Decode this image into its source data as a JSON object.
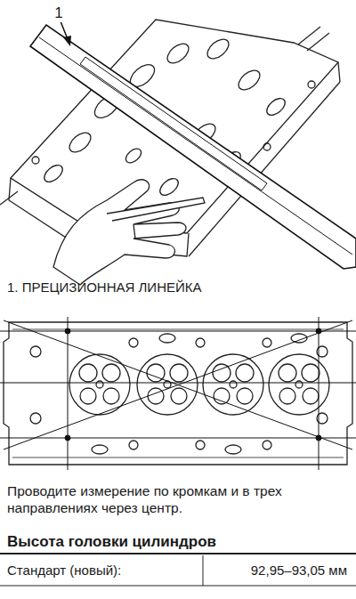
{
  "diagram": {
    "labels": [
      "1",
      "1. ПРЕЦИЗИОННАЯ ЛИНЕЙКА",
      "Проводите измерение по кромкам и в трех направлениях через центр.",
      "Высота головки цилиндров",
      "Стандарт (новый):",
      "92,95–93,05 мм"
    ]
  }
}
